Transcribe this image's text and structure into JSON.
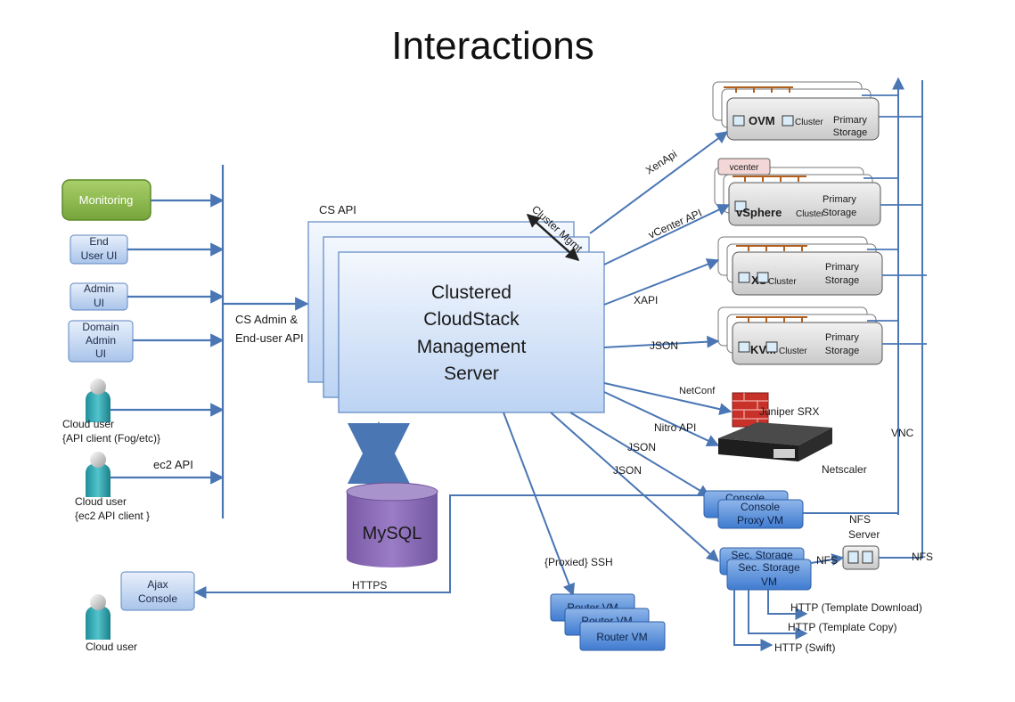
{
  "title": "Interactions",
  "clients": {
    "monitoring": "Monitoring",
    "end_user_ui": [
      "End",
      "User UI"
    ],
    "admin_ui": [
      "Admin",
      "UI"
    ],
    "domain_admin_ui": [
      "Domain",
      "Admin",
      "UI"
    ],
    "cloud_user_api": [
      "Cloud user",
      "{API client (Fog/etc)}"
    ],
    "ec2_api": "ec2 API",
    "cloud_user_ec2": [
      "Cloud user",
      "{ec2 API client }"
    ],
    "ajax_console": [
      "Ajax",
      "Console"
    ],
    "cloud_user": "Cloud user"
  },
  "labels": {
    "cs_api": "CS API",
    "cs_admin_api": [
      "CS Admin &",
      "End-user API"
    ],
    "cluster_mgmt": "Cluster Mgmt",
    "https": "HTTPS",
    "proxied_ssh": "{Proxied} SSH"
  },
  "server": [
    "Clustered",
    "CloudStack",
    "Management",
    "Server"
  ],
  "mysql": "MySQL",
  "clusters": [
    {
      "api": "XenApi",
      "hv": "OVM",
      "cluster": "Cluster",
      "storage": [
        "Primary",
        "Storage"
      ]
    },
    {
      "api": "vCenter API",
      "hv": "vSphere",
      "cluster": "Cluster",
      "storage": [
        "Primary",
        "Storage"
      ],
      "extra": "vcenter"
    },
    {
      "api": "XAPI",
      "hv": "XS",
      "cluster": "Cluster",
      "storage": [
        "Primary",
        "Storage"
      ]
    },
    {
      "api": "JSON",
      "hv": "KVM",
      "cluster": "Cluster",
      "storage": [
        "Primary",
        "Storage"
      ]
    }
  ],
  "network": {
    "netconf": "NetConf",
    "juniper": "Juniper SRX",
    "nitro": "Nitro API",
    "netscaler": "Netscaler",
    "json1": "JSON",
    "json2": "JSON",
    "vnc": "VNC"
  },
  "console_proxy": {
    "back": "Console",
    "front": [
      "Console",
      "Proxy VM"
    ]
  },
  "sec_storage": {
    "back": "Sec. Storage",
    "front": [
      "Sec. Storage",
      "VM"
    ],
    "nfs": "NFS",
    "nfs_right": "NFS"
  },
  "nfs_server": [
    "NFS",
    "Server"
  ],
  "router_vm": [
    "Router VM",
    "Router VM",
    "Router VM"
  ],
  "http": [
    "HTTP (Template Download)",
    "HTTP (Template Copy)",
    "HTTP (Swift)"
  ]
}
